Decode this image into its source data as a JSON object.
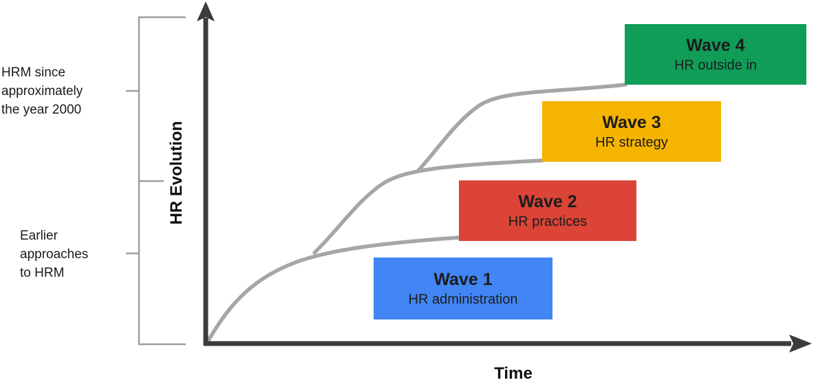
{
  "diagram": {
    "axes": {
      "y_label": "HR Evolution",
      "x_label": "Time"
    },
    "annotations": [
      {
        "label": "HRM since\napproximately\nthe year 2000"
      },
      {
        "label": "Earlier\napproaches\nto HRM"
      }
    ],
    "waves": [
      {
        "title": "Wave 1",
        "subtitle": "HR administration",
        "color": "#4285F4"
      },
      {
        "title": "Wave 2",
        "subtitle": "HR practices",
        "color": "#DB4437"
      },
      {
        "title": "Wave 3",
        "subtitle": "HR strategy",
        "color": "#F4B400"
      },
      {
        "title": "Wave 4",
        "subtitle": "HR outside in",
        "color": "#0F9D58"
      }
    ],
    "colors": {
      "axis": "#3B3B3D",
      "curve": "#A6A6A6",
      "bracket": "#9E9E9E",
      "text": "#1A1A1A"
    }
  }
}
